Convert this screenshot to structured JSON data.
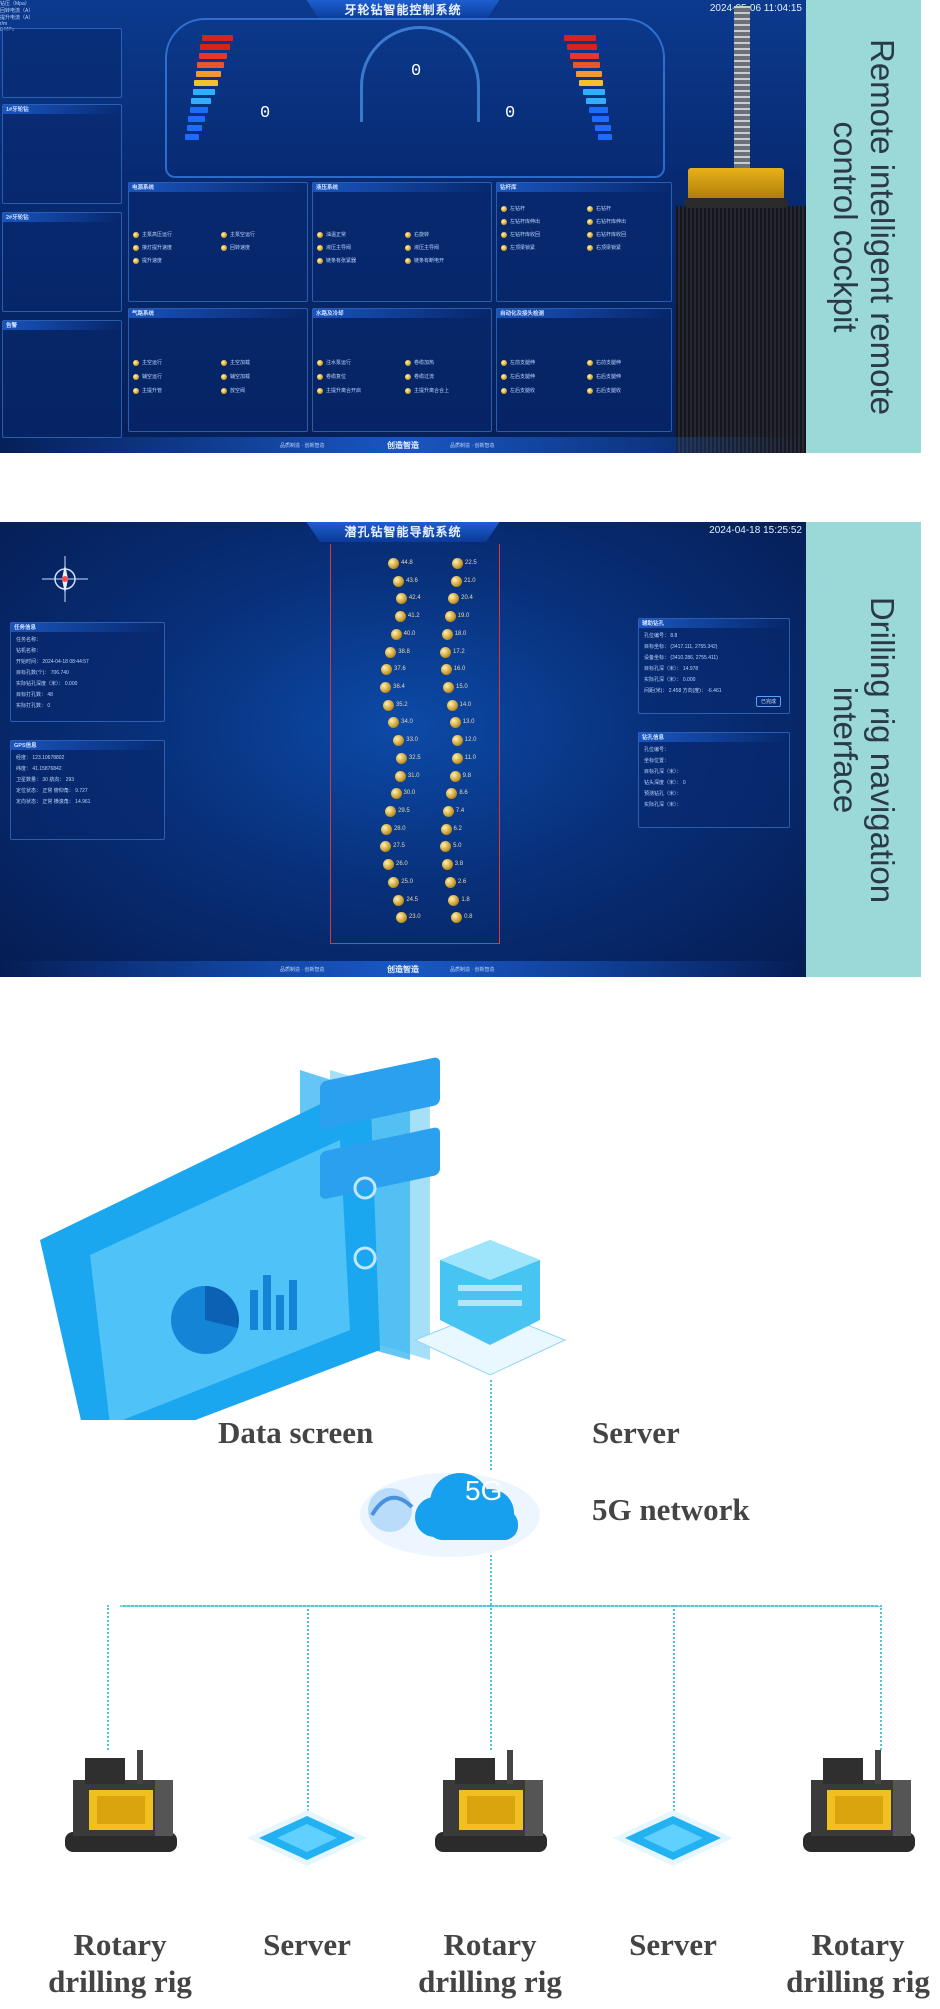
{
  "cockpit": {
    "title": "牙轮钻智能控制系统",
    "timestamp": "2024-05-06 11:04:15",
    "caption": "Remote intelligent remote control cockpit",
    "left_gauge_value": "0",
    "right_gauge_value": "0",
    "dial_value": "0",
    "left_gauge_label": "回转电流（A）",
    "right_gauge_label": "提升电流（A）",
    "dial_label": "钻压（Mpa）",
    "left_unit": "r/m",
    "right_unit": "0 MPa",
    "sections": {
      "power": "电源系统",
      "hydraulic": "液压系统",
      "drill_rod": "钻杆库",
      "air": "气路系统",
      "water": "水路及冷却",
      "auto": "自动化及接头检测"
    },
    "machines": [
      "1#牙轮钻",
      "2#牙轮钻"
    ],
    "alarm_label": "告警",
    "power_items": [
      "主泵高压运行",
      "主泵空运行",
      "接灯提升速度",
      "回转速度",
      "提升速度"
    ],
    "hydraulic_items": [
      "油温正常",
      "右旋转",
      "液压主导阀",
      "液压主导阀",
      "链条有张紧器",
      "链条有断电开"
    ],
    "drill_items": [
      "左钻杆",
      "右钻杆",
      "左钻杆库伸出",
      "右钻杆库伸出",
      "左钻杆库收回",
      "右钻杆库收回",
      "左顶梁锁紧",
      "右顶梁锁紧"
    ],
    "air_items": [
      "主空运行",
      "主空加载",
      "辅空运行",
      "辅空加载",
      "主提升管",
      "放空阀"
    ],
    "water_items": [
      "注水泵运行",
      "卷缆加热",
      "卷缆复位",
      "卷缆过流",
      "主提升离合开启",
      "主提升离合合上"
    ],
    "auto_items": [
      "左前支腿伸",
      "右前支腿伸",
      "左后支腿伸",
      "右后支腿伸",
      "左后支腿收",
      "右后支腿收"
    ],
    "footer_left": "品质制造 · 创新智造",
    "footer_right": "品质制造 · 创新智造",
    "logo": "创造智造"
  },
  "navigation": {
    "title": "潜孔钻智能导航系统",
    "timestamp": "2024-04-18 15:25:52",
    "caption": "Drilling rig navigation interface",
    "task_box_title": "任务信息",
    "task_rows": [
      "任务名称：",
      "钻机名称：",
      "开始时间： 2024-04-18 08:44:57",
      "目标孔数(个)： 706.740",
      "实际钻孔深度（米）： 0.000",
      "目标打孔数： 48",
      "实际打孔数： 0"
    ],
    "gps_box_title": "GPS信息",
    "gps_rows": [
      "经度： 123.10678802",
      "纬度： 41.15876842",
      "卫星数量： 30      航向： 293",
      "定位状态： 正常    俯仰角： 9.727",
      "定向状态： 正常    横滚角： 14.961"
    ],
    "target_box_title": "辅助钻孔",
    "target_rows": [
      "孔位编号： 8.8",
      "目标坐标： (3417.111, 2755.342)",
      "设备坐标： (3410.286, 2755.411)",
      "目标孔深（米）： 14.978",
      "实际孔深（米）： 0.000",
      "间距(米)： 2.458    方向(度)： -6.461"
    ],
    "target_button": "已完成",
    "drill_box_title": "钻孔信息",
    "drill_rows": [
      "孔位编号：",
      "坐标位置：",
      "目标孔深（米）：",
      "钻头深度（米）： 0",
      "预测钻孔（米）：",
      "实际孔深（米）："
    ],
    "points": [
      "44.8",
      "43.6",
      "42.4",
      "41.2",
      "40.0",
      "38.8",
      "37.6",
      "36.4",
      "35.2",
      "34.0",
      "33.0",
      "32.5",
      "31.0",
      "30.0",
      "29.5",
      "28.0",
      "27.5",
      "26.0",
      "25.0",
      "24.5",
      "23.0",
      "22.5",
      "21.0",
      "20.4",
      "19.0",
      "18.0",
      "17.2",
      "16.0",
      "15.0",
      "14.0",
      "13.0",
      "12.0",
      "11.0",
      "9.8",
      "8.6",
      "7.4",
      "6.2",
      "5.0",
      "3.8",
      "2.6",
      "1.8",
      "0.8"
    ],
    "footer_left": "品质制造 · 创新智造",
    "footer_right": "品质制造 · 创新智造",
    "logo": "创造智造"
  },
  "diagram": {
    "data_screen": "Data screen",
    "server_top": "Server",
    "network": "5G network",
    "cloud_text": "5G",
    "bottom": [
      {
        "line1": "Rotary",
        "line2": "drilling rig"
      },
      {
        "line1": "Server",
        "line2": ""
      },
      {
        "line1": "Rotary",
        "line2": "drilling rig"
      },
      {
        "line1": "Server",
        "line2": ""
      },
      {
        "line1": "Rotary",
        "line2": "drilling rig"
      }
    ]
  },
  "colors": {
    "caption_bg": "#9bd8d8",
    "panel_bg": "#06235e",
    "connector": "#58c4cf",
    "screen_blue": "#1aa7f0",
    "label_text": "#444444"
  }
}
